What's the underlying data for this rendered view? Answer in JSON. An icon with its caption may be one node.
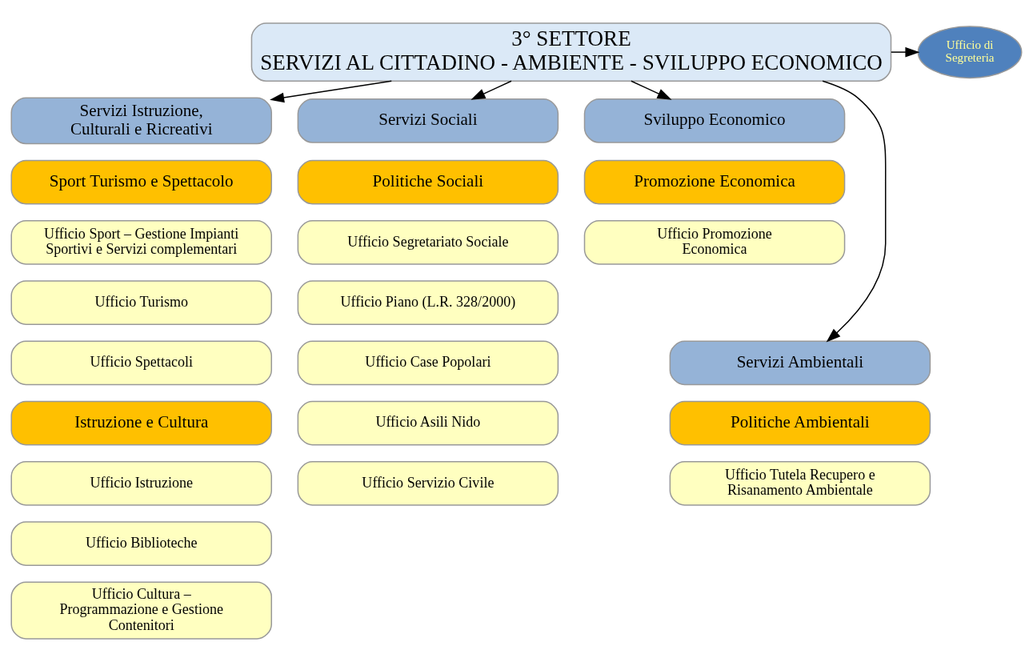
{
  "diagram": {
    "nodes": [
      {
        "text": [
          "Ufficio di Segreteria"
        ]
      },
      {
        "text": [
          "3° SETTORE",
          "SERVIZI AL CITTADINO - AMBIENTE - SVILUPPO ECONOMICO"
        ]
      },
      {
        "text": [
          "Servizi Sociali"
        ]
      },
      {
        "text": [
          "Politiche Sociali"
        ]
      },
      {
        "text": [
          "Ufficio Segretariato Sociale"
        ]
      },
      {
        "text": [
          "Ufficio Piano (L.R. 328/2000)"
        ]
      },
      {
        "text": [
          "Ufficio Case Popolari"
        ]
      },
      {
        "text": [
          "Ufficio Asili Nido"
        ]
      },
      {
        "text": [
          "Ufficio Servizio Civile"
        ]
      },
      {
        "text": [
          "Servizi Istruzione, Culturali e Ricreativi"
        ]
      },
      {
        "text": [
          "Sport Turismo e Spettacolo"
        ]
      },
      {
        "text": [
          "Ufficio Sport – Gestione Impianti Sportivi e Servizi complementari"
        ]
      },
      {
        "text": [
          "Ufficio Turismo"
        ]
      },
      {
        "text": [
          "Ufficio Spettacoli"
        ]
      },
      {
        "text": [
          "Istruzione e Cultura"
        ]
      },
      {
        "text": [
          "Ufficio Istruzione"
        ]
      },
      {
        "text": [
          "Ufficio Biblioteche"
        ]
      },
      {
        "text": [
          "Ufficio Cultura – Programmazione e Gestione Contenitori"
        ]
      },
      {
        "text": [
          "Sviluppo Economico"
        ]
      },
      {
        "text": [
          "Promozione Economica"
        ]
      },
      {
        "text": [
          "Ufficio Promozione Economica"
        ]
      },
      {
        "text": [
          "Servizi Ambientali"
        ]
      },
      {
        "text": [
          "Politiche Ambientali"
        ]
      },
      {
        "text": [
          "Ufficio Tutela Recupero e Risanamento Ambientale"
        ]
      }
    ],
    "edges": [
      {
        "from": 1,
        "to": 0,
        "arrow": "to"
      },
      {
        "from": 1,
        "to": 2,
        "arrow": "to"
      },
      {
        "from": 1,
        "to": 9,
        "arrow": "to"
      },
      {
        "from": 1,
        "to": 21,
        "arrow": "to"
      },
      {
        "from": 1,
        "to": 18,
        "arrow": "to"
      }
    ]
  }
}
